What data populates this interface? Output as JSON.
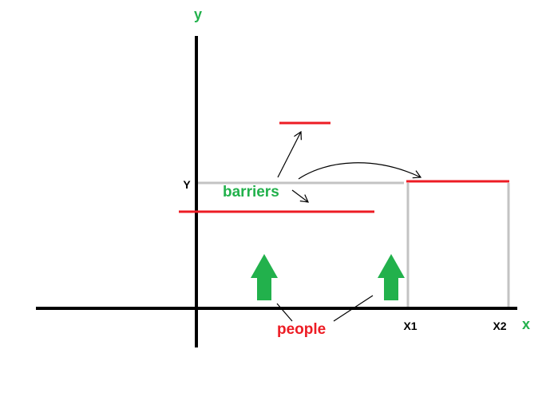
{
  "labels": {
    "y_axis": "y",
    "x_axis": "x",
    "y_tick": "Y",
    "x1_tick": "X1",
    "x2_tick": "X2",
    "barriers": "barriers",
    "people": "people"
  },
  "colors": {
    "axis": "#000000",
    "guide": "#c3c3c3",
    "barrier": "#ed1c24",
    "person_arrow": "#22b14c",
    "axis_label": "#22b14c",
    "barriers_label": "#22b14c",
    "people_label": "#ed1c24",
    "tick_label": "#000000"
  },
  "icons": {
    "person": "up-arrow-icon"
  }
}
